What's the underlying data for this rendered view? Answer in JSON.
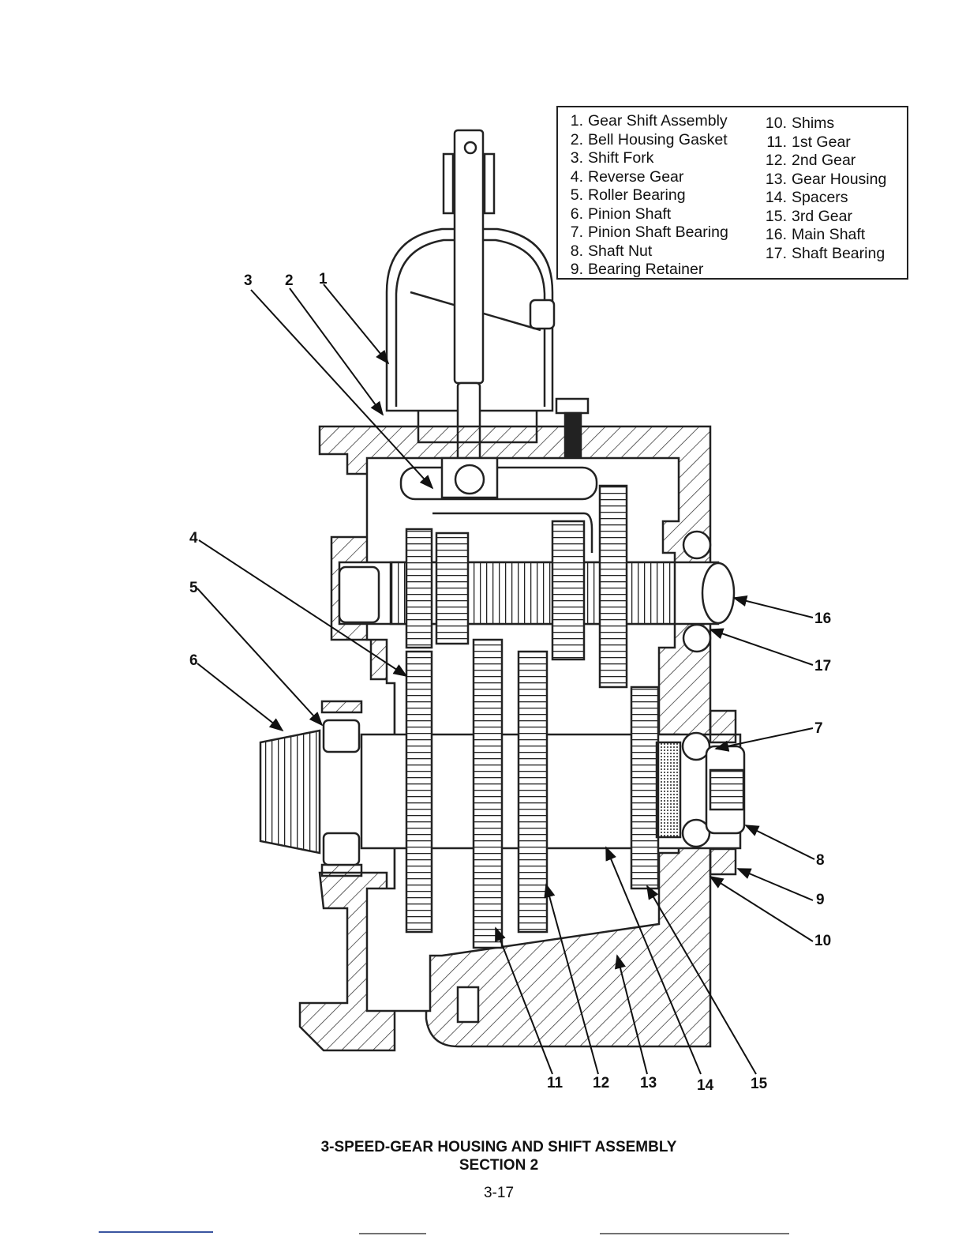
{
  "legend": {
    "items": [
      {
        "num": "1.",
        "label": "Gear Shift Assembly"
      },
      {
        "num": "2.",
        "label": "Bell Housing Gasket"
      },
      {
        "num": "3.",
        "label": "Shift Fork"
      },
      {
        "num": "4.",
        "label": "Reverse Gear"
      },
      {
        "num": "5.",
        "label": "Roller Bearing"
      },
      {
        "num": "6.",
        "label": "Pinion Shaft"
      },
      {
        "num": "7.",
        "label": "Pinion Shaft Bearing"
      },
      {
        "num": "8.",
        "label": "Shaft Nut"
      },
      {
        "num": "9.",
        "label": "Bearing Retainer"
      },
      {
        "num": "10.",
        "label": "Shims"
      },
      {
        "num": "11.",
        "label": "1st Gear"
      },
      {
        "num": "12.",
        "label": "2nd Gear"
      },
      {
        "num": "13.",
        "label": "Gear Housing"
      },
      {
        "num": "14.",
        "label": "Spacers"
      },
      {
        "num": "15.",
        "label": "3rd Gear"
      },
      {
        "num": "16.",
        "label": "Main Shaft"
      },
      {
        "num": "17.",
        "label": "Shaft Bearing"
      }
    ]
  },
  "callouts": [
    "1",
    "2",
    "3",
    "4",
    "5",
    "6",
    "7",
    "8",
    "9",
    "10",
    "11",
    "12",
    "13",
    "14",
    "15",
    "16",
    "17"
  ],
  "caption": {
    "line1": "3-SPEED-GEAR HOUSING AND SHIFT ASSEMBLY",
    "line2": "SECTION 2"
  },
  "page_number": "3-17"
}
